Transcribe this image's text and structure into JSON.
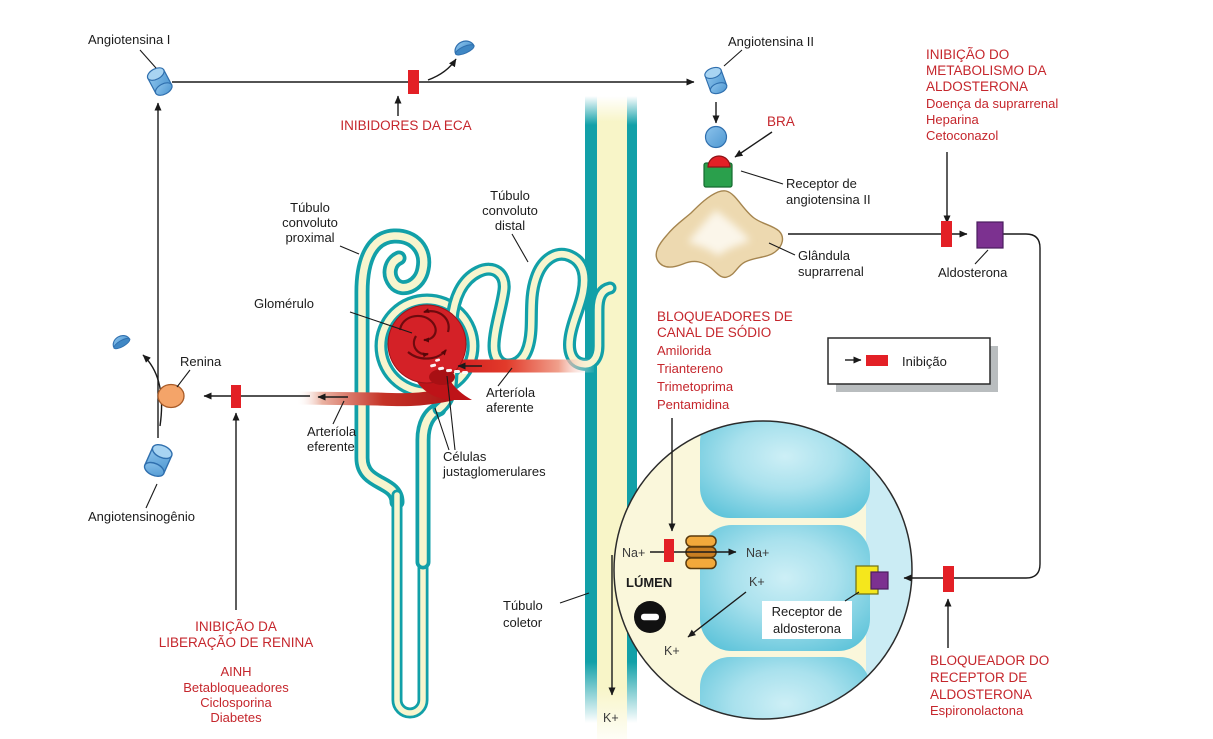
{
  "diagram": {
    "title_context": "Sistema renina-angiotensina-aldosterona e pontos de inibição",
    "labels": {
      "angiotensina_i": "Angiotensina I",
      "angiotensina_ii": "Angiotensina II",
      "bra": "BRA",
      "receptor_ang_ii": {
        "line1": "Receptor de",
        "line2": "angiotensina II"
      },
      "glandula": {
        "line1": "Glândula",
        "line2": "suprarrenal"
      },
      "aldosterona": "Aldosterona",
      "renina": "Renina",
      "angiotensinogenio": "Angiotensinogênio",
      "glomerulo": "Glomérulo",
      "tubulo_proximal": {
        "l1": "Túbulo",
        "l2": "convoluto",
        "l3": "proximal"
      },
      "tubulo_distal": {
        "l1": "Túbulo",
        "l2": "convoluto",
        "l3": "distal"
      },
      "arteriola_aferente": {
        "l1": "Arteríola",
        "l2": "aferente"
      },
      "arteriola_eferente": {
        "l1": "Arteríola",
        "l2": "eferente"
      },
      "celulas_justaglomerulares": {
        "l1": "Células",
        "l2": "justaglomerulares"
      },
      "tubulo_coletor": {
        "l1": "Túbulo",
        "l2": "coletor"
      },
      "lumen": "LÚMEN",
      "na_lumen": "Na+",
      "na_cell": "Na+",
      "k_cell_top": "K+",
      "k_cell_bottom": "K+",
      "k_duct": "K+",
      "receptor_aldosterona": {
        "line1": "Receptor de",
        "line2": "aldosterona"
      }
    },
    "drug_notes": {
      "eca": {
        "title": "INIBIDORES DA ECA"
      },
      "metabolismo": {
        "title": [
          "INIBIÇÃO DO",
          "METABOLISMO DA",
          "ALDOSTERONA"
        ],
        "items": [
          "Doença da suprarrenal",
          "Heparina",
          "Cetoconazol"
        ]
      },
      "liberacao_renina": {
        "title": [
          "INIBIÇÃO DA",
          "LIBERAÇÃO DE RENINA"
        ],
        "items": [
          "AINH",
          "Betabloqueadores",
          "Ciclosporina",
          "Diabetes"
        ]
      },
      "canal_sodio": {
        "title": [
          "BLOQUEADORES DE",
          "CANAL DE SÓDIO"
        ],
        "items": [
          "Amilorida",
          "Triantereno",
          "Trimetoprima",
          "Pentamidina"
        ]
      },
      "receptor_aldosterona": {
        "title": [
          "BLOQUEADOR DO",
          "RECEPTOR DE",
          "ALDOSTERONA"
        ],
        "items": [
          "Espironolactona"
        ]
      }
    },
    "legend": {
      "label": "Inibição"
    },
    "colors": {
      "inhibition_block_red": "#e32026",
      "note_text_red": "#c5262c",
      "tubule_teal": "#12a0a8",
      "tubule_cream": "#f7f5ce",
      "vessel_red": "#d42127",
      "molecule_blue": "#6fb3e3",
      "renin_orange": "#f4a469",
      "receptor_green": "#2aa04c",
      "aldosterone_purple": "#7c3190",
      "receptor_yellow": "#f5e71c",
      "cell_teal": "#6ac8dc",
      "gland_tan": "#edd9b0"
    }
  }
}
